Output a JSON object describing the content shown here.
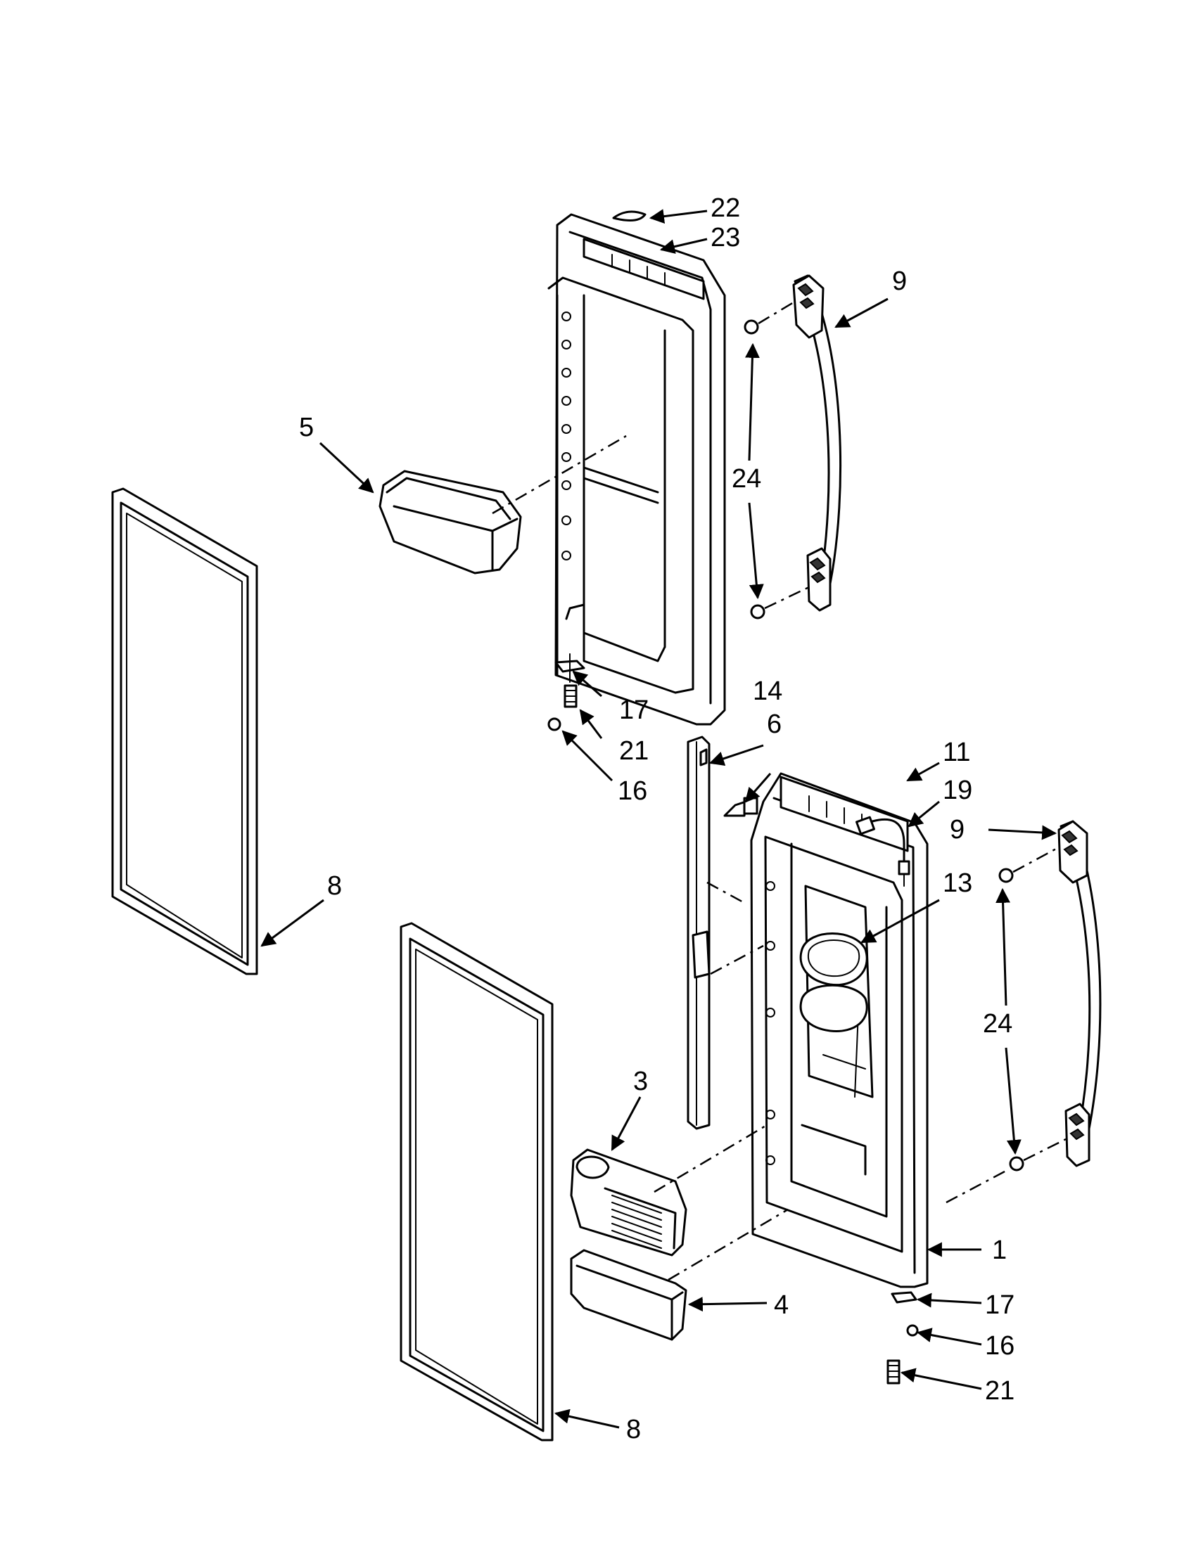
{
  "diagram": {
    "callouts": {
      "c1": "1",
      "c3": "3",
      "c4": "4",
      "c5": "5",
      "c6": "6",
      "c8_upper": "8",
      "c8_lower": "8",
      "c9_upper": "9",
      "c9_lower": "9",
      "c11": "11",
      "c13": "13",
      "c14": "14",
      "c16_upper": "16",
      "c16_lower": "16",
      "c17_upper": "17",
      "c17_lower": "17",
      "c19": "19",
      "c21_upper": "21",
      "c21_lower": "21",
      "c22": "22",
      "c23": "23",
      "c24_upper": "24",
      "c24_lower": "24"
    }
  }
}
